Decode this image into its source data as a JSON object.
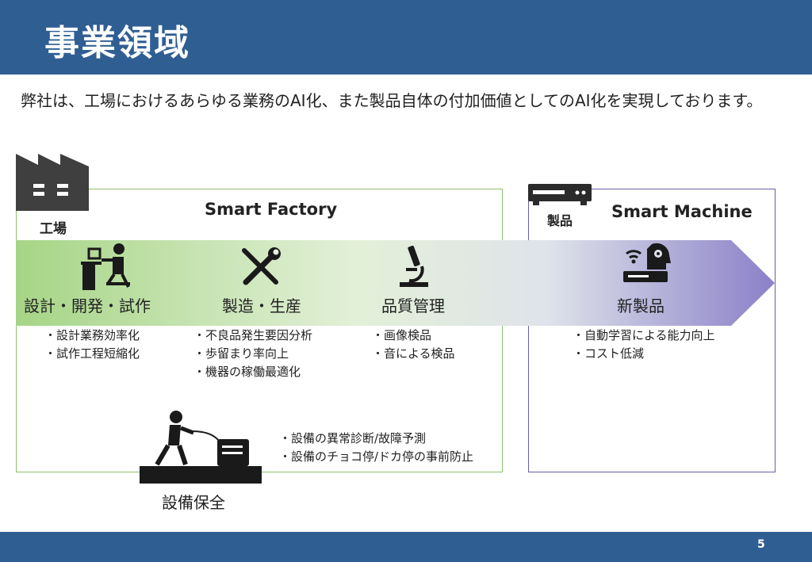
{
  "header": {
    "title": "事業領域"
  },
  "intro": "弊社は、工場におけるあらゆる業務のAI化、また製品自体の付加価値としてのAI化を実現しております。",
  "smart_factory": {
    "title": "Smart Factory",
    "icon_label": "工場",
    "icon": "factory-icon",
    "stages": [
      {
        "label": "設計・開発・試作",
        "icon": "designer-desk-icon",
        "bullets": [
          "・設計業務効率化",
          "・試作工程短縮化"
        ]
      },
      {
        "label": "製造・生産",
        "icon": "wrench-screwdriver-icon",
        "bullets": [
          "・不良品発生要因分析",
          "・歩留まり率向上",
          "・機器の稼働最適化"
        ]
      },
      {
        "label": "品質管理",
        "icon": "microscope-icon",
        "bullets": [
          "・画像検品",
          "・音による検品"
        ]
      }
    ],
    "maintenance": {
      "label": "設備保全",
      "icon": "worker-hose-machine-icon",
      "bullets": [
        "・設備の異常診断/故障予測",
        "・設備のチョコ停/ドカ停の事前防止"
      ]
    }
  },
  "smart_machine": {
    "title": "Smart Machine",
    "icon_label": "製品",
    "icon": "device-box-icon",
    "stage": {
      "label": "新製品",
      "icon": "ai-head-device-icon",
      "bullets": [
        "・自動学習による能力向上",
        "・コスト低減"
      ]
    }
  },
  "colors": {
    "header": "#2f5e93",
    "factory_border": "#8fbf6f",
    "machine_border": "#6a5fa8",
    "arrow_start": "#a6d586",
    "arrow_end": "#8a80c8"
  },
  "footer": {
    "page_number": "5"
  }
}
